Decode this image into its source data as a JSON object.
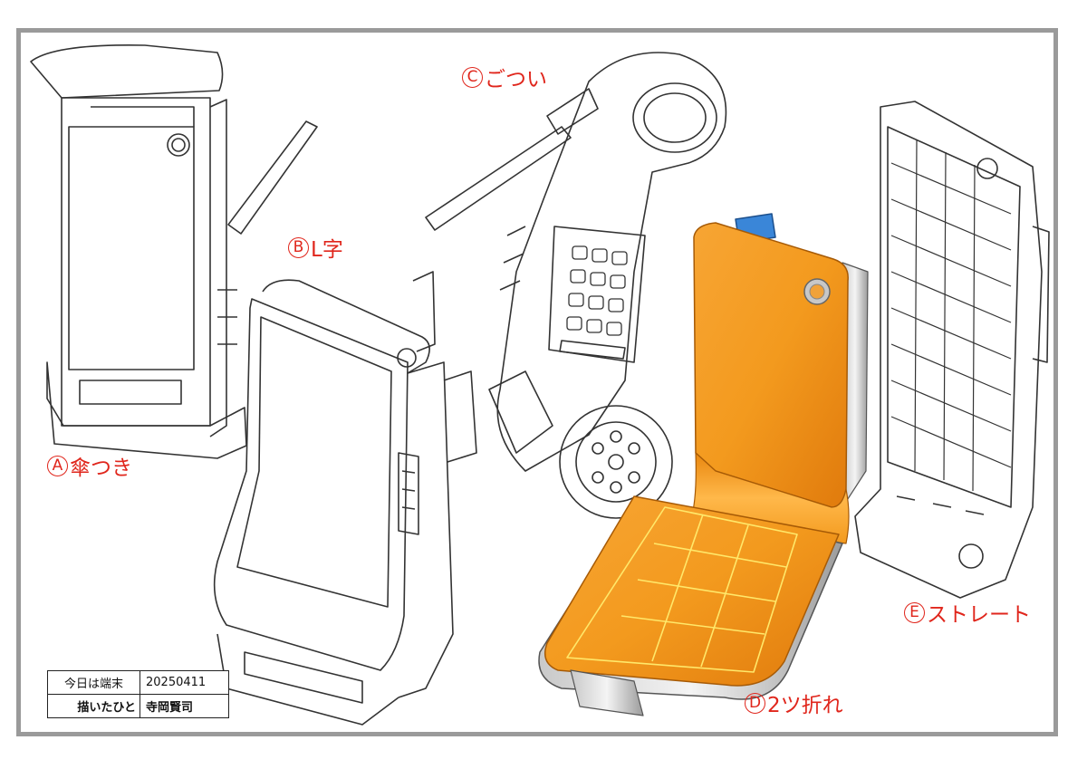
{
  "labels": {
    "a": {
      "mark": "A",
      "text": "傘つき"
    },
    "b": {
      "mark": "B",
      "text": "L字"
    },
    "c": {
      "mark": "C",
      "text": "ごつい"
    },
    "d": {
      "mark": "D",
      "text": "2ツ折れ"
    },
    "e": {
      "mark": "E",
      "text": "ストレート"
    }
  },
  "stamp": {
    "theme_label": "今日は端末",
    "date": "20250411",
    "artist_label": "描いたひと",
    "artist": "寺岡賢司"
  },
  "colors": {
    "label_red": "#e0261c",
    "frame_gray": "#9a9a9a",
    "device_orange": "#f39a1e",
    "key_yellow": "#ffe86a"
  }
}
